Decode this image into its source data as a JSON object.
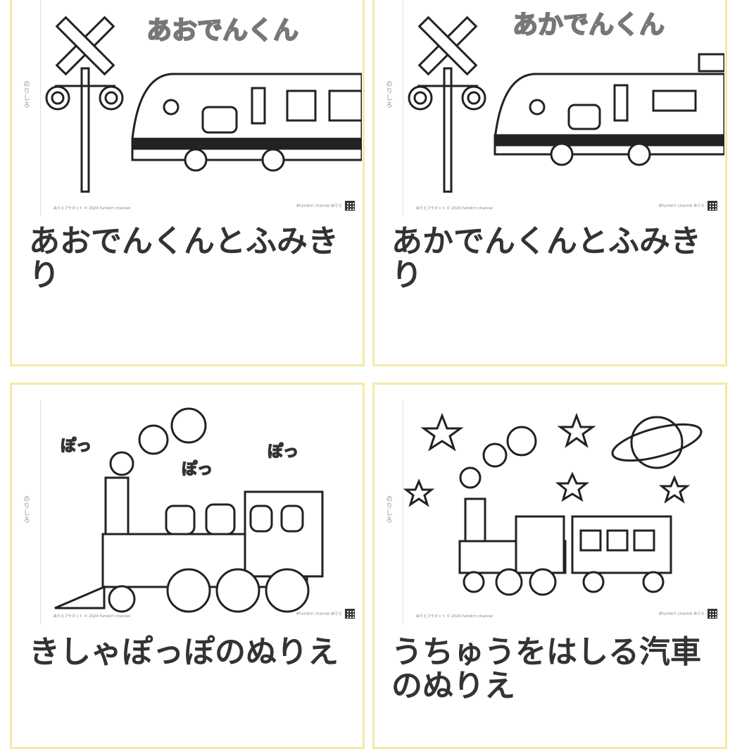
{
  "colors": {
    "card_border": "#f5e9a6",
    "title_text": "#333333"
  },
  "cards": [
    {
      "title": "あおでんくんとふみきり",
      "image_heading": "あおでんくん",
      "side_label": "のりしろ",
      "footer_left": "ぬりえプラネット © 2020 fumikiri channel",
      "footer_right": "#fumikiri channel ぬりえ"
    },
    {
      "title": "あかでんくんとふみきり",
      "image_heading": "あかでんくん",
      "side_label": "のりしろ",
      "footer_left": "ぬりえプラネット © 2020 fumikiri channel",
      "footer_right": "#fumikiri channel ぬりえ"
    },
    {
      "title": "きしゃぽっぽのぬりえ",
      "image_words": [
        "ぽっ",
        "ぽっ",
        "ぽっ"
      ],
      "side_label": "のりしろ",
      "footer_left": "ぬりえプラネット © 2020 fumikiri channel",
      "footer_right": "#fumikiri channel ぬりえ"
    },
    {
      "title": "うちゅうをはしる汽車のぬりえ",
      "side_label": "のりしろ",
      "footer_left": "ぬりえプラネット © 2020 fumikiri channel",
      "footer_right": "#fumikiri channel ぬりえ"
    }
  ]
}
